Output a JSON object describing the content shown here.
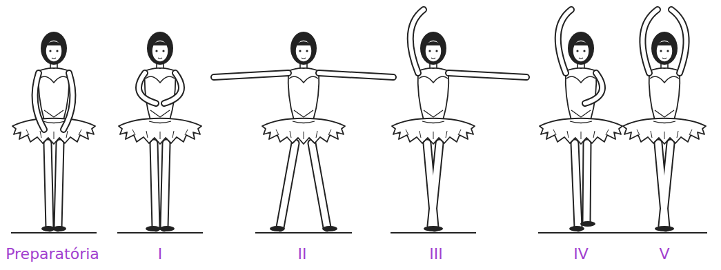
{
  "diagram": {
    "labels": [
      "Preparatória",
      "I",
      "II",
      "III",
      "IV",
      "V"
    ]
  }
}
